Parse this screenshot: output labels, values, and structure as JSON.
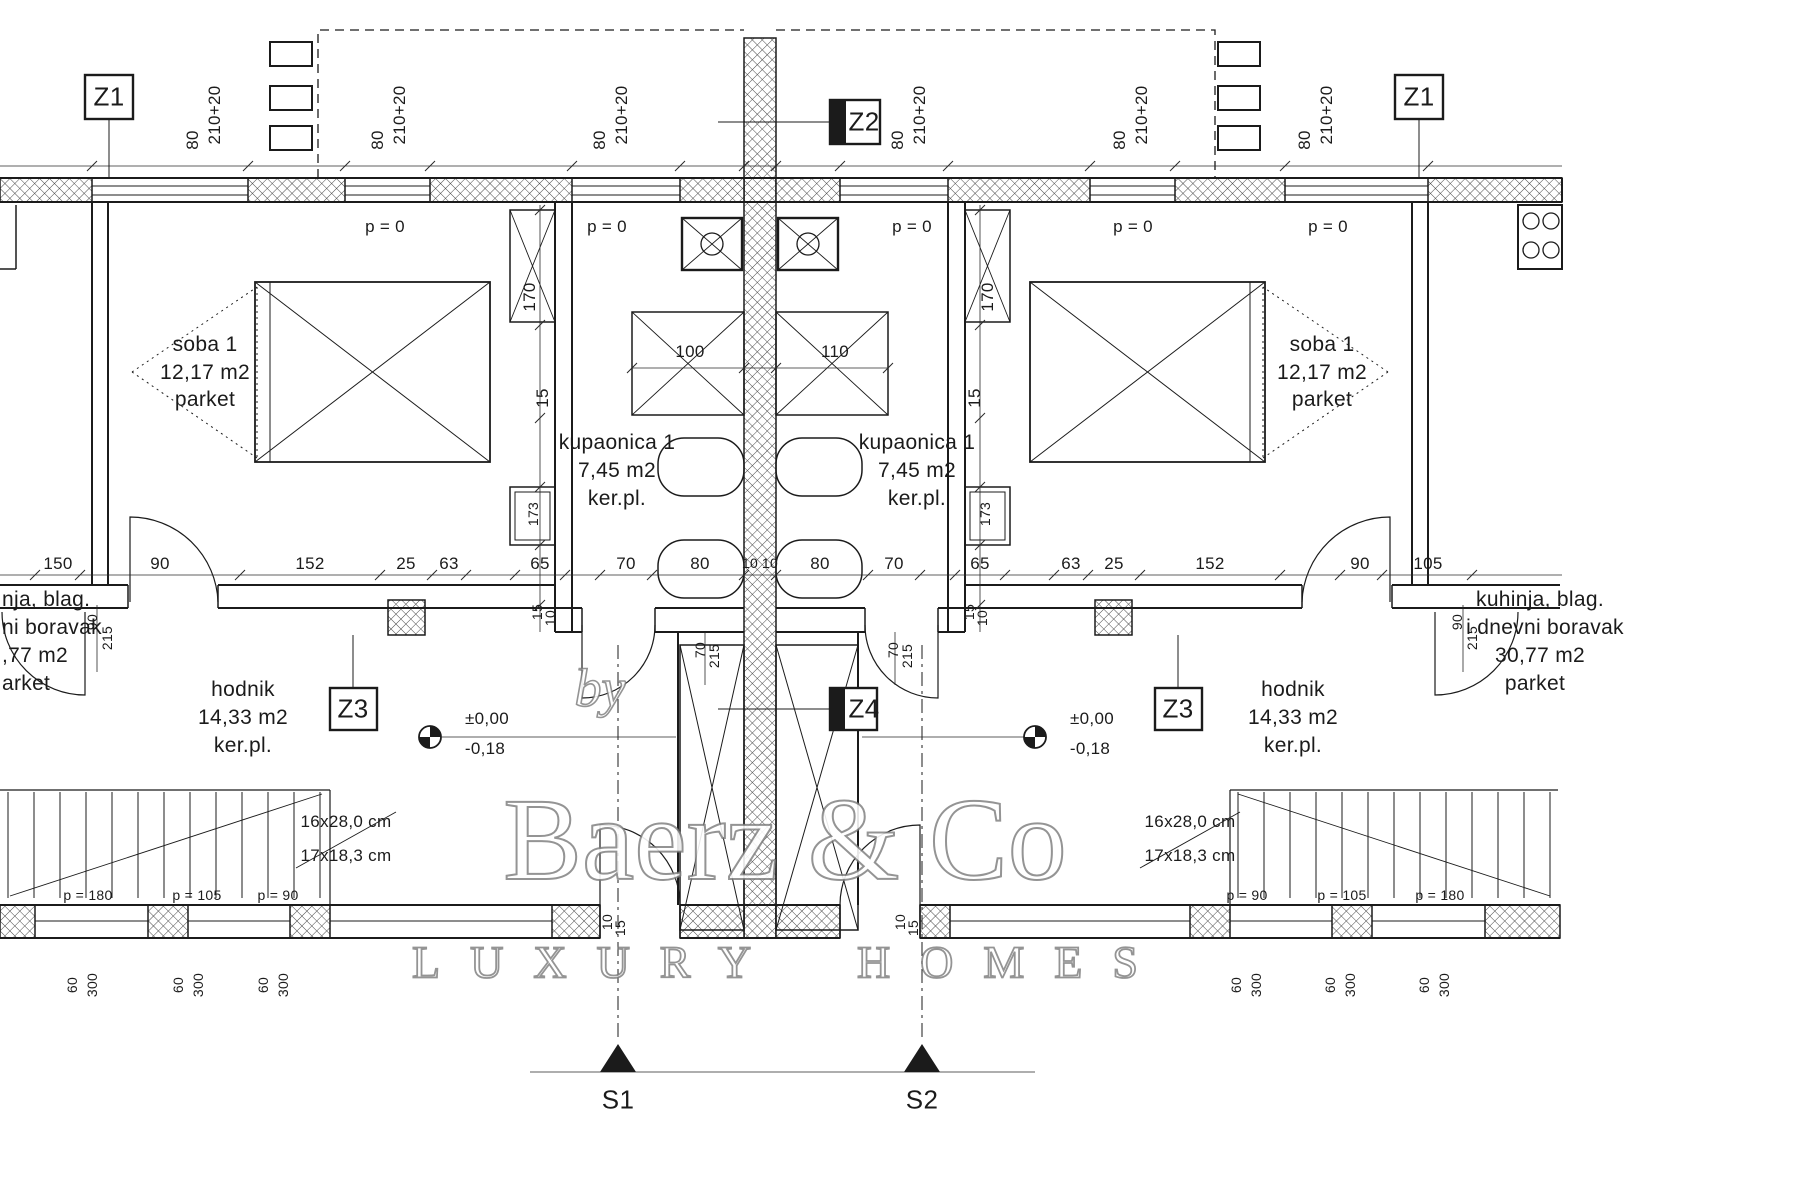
{
  "markers": {
    "z1": "Z1",
    "z2": "Z2",
    "z3": "Z3",
    "z4": "Z4",
    "s1": "S1",
    "s2": "S2"
  },
  "rooms": {
    "soba": {
      "name": "soba 1",
      "area": "12,17 m2",
      "floor": "parket"
    },
    "kupaonica": {
      "name": "kupaonica 1",
      "area": "7,45 m2",
      "floor": "ker.pl."
    },
    "hodnik": {
      "name": "hodnik",
      "area": "14,33 m2",
      "floor": "ker.pl."
    },
    "kitchen_left": {
      "l1": "nja, blag.",
      "l2": "ni boravak",
      "l3": ",77 m2",
      "l4": "arket"
    },
    "kitchen_right": {
      "l1": "kuhinja, blag.",
      "l2": "i dnevni boravak",
      "l3": "30,77 m2",
      "l4": "parket"
    }
  },
  "levels": {
    "upper": "±0,00",
    "lower": "-0,18"
  },
  "stairs": {
    "l1": "16x28,0 cm",
    "l2": "17x18,3 cm"
  },
  "parapets": {
    "top": "p = 0",
    "p180": "p = 180",
    "p105": "p = 105",
    "p90": "p = 90"
  },
  "dims": {
    "d80": "80",
    "d210": "210+20",
    "d100": "100",
    "d110": "110",
    "d170": "170",
    "d173": "173",
    "d15": "15",
    "d10": "10",
    "d90": "90",
    "d215": "215",
    "d70": "70",
    "d60": "60",
    "d300": "300",
    "mid": [
      "150",
      "90",
      "152",
      "25",
      "63",
      "65",
      "70",
      "80",
      "80",
      "70",
      "65",
      "63",
      "25",
      "152",
      "90",
      "105"
    ]
  },
  "watermark": {
    "by": "by",
    "brand": "Baerz & Co",
    "tagline": "LUXURY HOMES"
  }
}
